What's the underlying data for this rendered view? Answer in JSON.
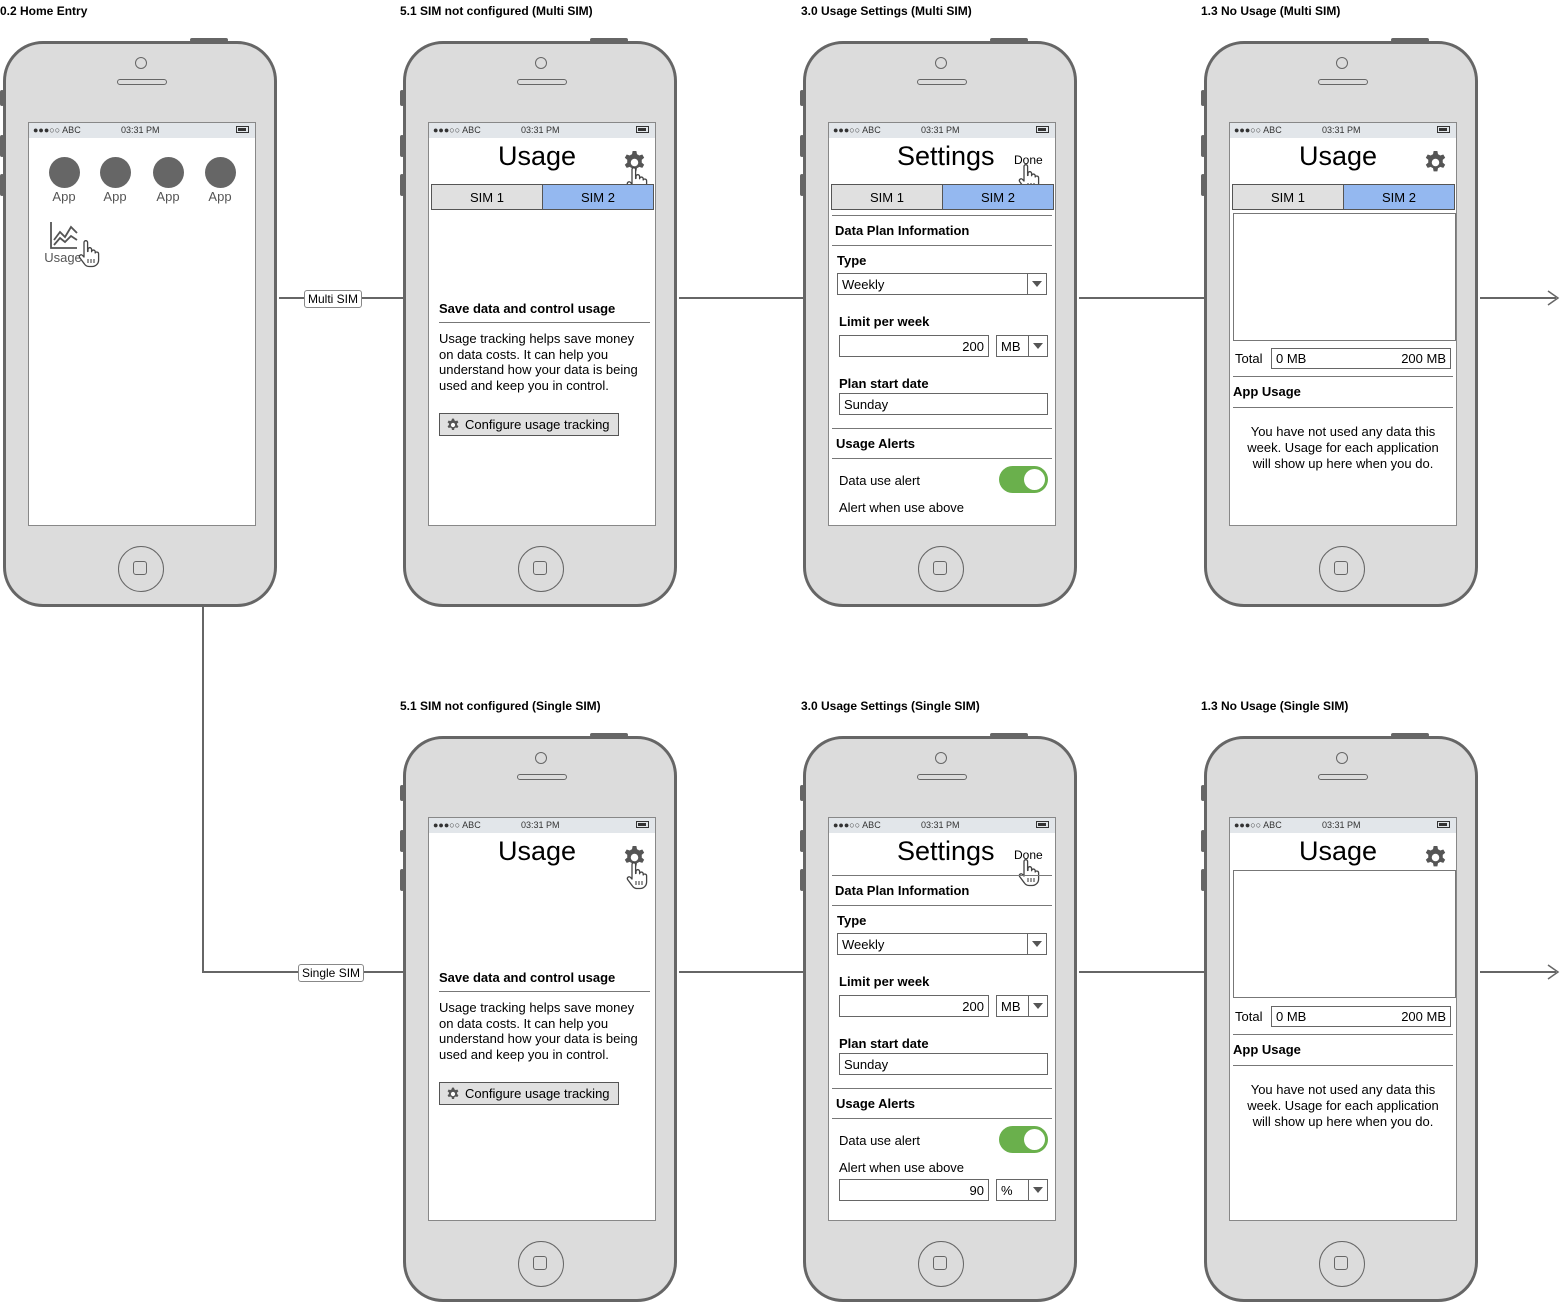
{
  "titles": {
    "home": "0.2 Home Entry",
    "multi_not_configured": "5.1 SIM not configured (Multi SIM)",
    "multi_settings": "3.0 Usage Settings (Multi SIM)",
    "multi_no_usage": "1.3 No Usage (Multi SIM)",
    "single_not_configured": "5.1 SIM not configured (Single SIM)",
    "single_settings": "3.0 Usage Settings (Single SIM)",
    "single_no_usage": "1.3 No Usage (Single SIM)"
  },
  "connectors": {
    "multi": "Multi SIM",
    "single": "Single SIM"
  },
  "status": {
    "carrier": "●●●○○ ABC",
    "time": "03:31 PM"
  },
  "home": {
    "app_label": "App",
    "usage_label": "Usage"
  },
  "usage": {
    "title": "Usage",
    "sim1": "SIM 1",
    "sim2": "SIM 2",
    "save_heading": "Save data and control usage",
    "save_body": "Usage tracking helps save money on data costs. It can help you understand how your data is being used and keep you in control.",
    "configure_btn": "Configure usage tracking",
    "total_label": "Total",
    "total_used": "0 MB",
    "total_limit": "200 MB",
    "app_usage": "App Usage",
    "no_usage_msg": "You have not used any data this week. Usage for each application will show up here when you do."
  },
  "settings": {
    "title": "Settings",
    "done": "Done",
    "data_plan": "Data Plan Information",
    "type_label": "Type",
    "type_value": "Weekly",
    "limit_label": "Limit per week",
    "limit_value": "200",
    "limit_unit": "MB",
    "start_label": "Plan start date",
    "start_value": "Sunday",
    "alerts": "Usage Alerts",
    "data_alert": "Data use alert",
    "alert_above": "Alert when use above",
    "alert_value": "90",
    "alert_unit": "%"
  }
}
